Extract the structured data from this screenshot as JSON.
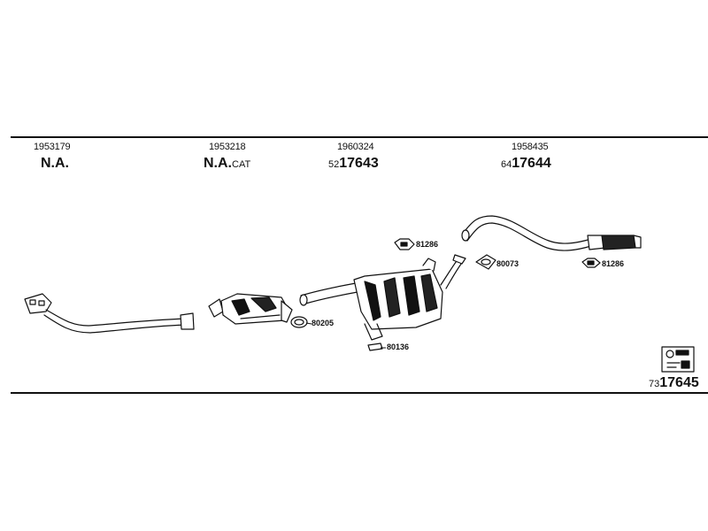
{
  "columns": [
    {
      "ref": "1953179",
      "code": "N.A.",
      "code_suffix": ""
    },
    {
      "ref": "1953218",
      "code": "N.A.",
      "code_suffix": "CAT"
    },
    {
      "ref": "1960324",
      "part_prefix": "52",
      "part_number": "17643"
    },
    {
      "ref": "1958435",
      "part_prefix": "64",
      "part_number": "17644"
    }
  ],
  "fittings": {
    "f1": "81286",
    "f2": "80073",
    "f3": "81286",
    "f4": "80205",
    "f5": "80136"
  },
  "kit": {
    "part_prefix": "73",
    "part_number": "17645",
    "icon": "parts-kit-icon"
  }
}
